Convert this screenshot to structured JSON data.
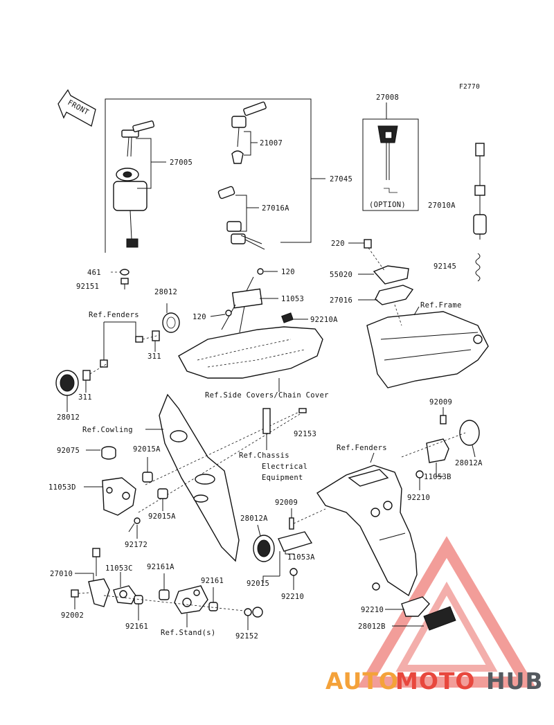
{
  "figure_code": "F2770",
  "front_label": "FRONT",
  "option_label": "(OPTION)",
  "part_numbers": {
    "p27008": "27008",
    "p27005": "27005",
    "p21007": "21007",
    "p27045": "27045",
    "p27016A": "27016A",
    "p27010A": "27010A",
    "p220": "220",
    "p55020": "55020",
    "p27016": "27016",
    "p92145": "92145",
    "p461": "461",
    "p92151": "92151",
    "p28012_top": "28012",
    "p120_a": "120",
    "p11053": "11053",
    "p120_b": "120",
    "p92210A": "92210A",
    "p311_a": "311",
    "p311_b": "311",
    "p28012_bot": "28012",
    "p92009_a": "92009",
    "p92153": "92153",
    "p92075": "92075",
    "p92015A_a": "92015A",
    "p28012A_a": "28012A",
    "p11053B": "11053B",
    "p11053D": "11053D",
    "p92015A_b": "92015A",
    "p92210_a": "92210",
    "p92009_b": "92009",
    "p28012A_b": "28012A",
    "p92172": "92172",
    "p11053A": "11053A",
    "p27010": "27010",
    "p11053C": "11053C",
    "p92161A": "92161A",
    "p92161_a": "92161",
    "p92015": "92015",
    "p92210_b": "92210",
    "p92002": "92002",
    "p92161_b": "92161",
    "p92152": "92152",
    "p92210_c": "92210",
    "p28012B": "28012B"
  },
  "references": {
    "fenders_a": "Ref.Fenders",
    "frame": "Ref.Frame",
    "side_covers": "Ref.Side Covers/Chain Cover",
    "cowling": "Ref.Cowling",
    "chassis_1": "Ref.Chassis",
    "chassis_2": "Electrical",
    "chassis_3": "Equipment",
    "fenders_b": "Ref.Fenders",
    "stand": "Ref.Stand(s)"
  },
  "watermark": {
    "part1": "AUTO",
    "part2": "MOTO",
    "part3": "HUB",
    "color_orange": "#f4a23a",
    "color_red": "#e8473d",
    "color_gray": "#555a60",
    "triangle_color": "#e8473d"
  }
}
